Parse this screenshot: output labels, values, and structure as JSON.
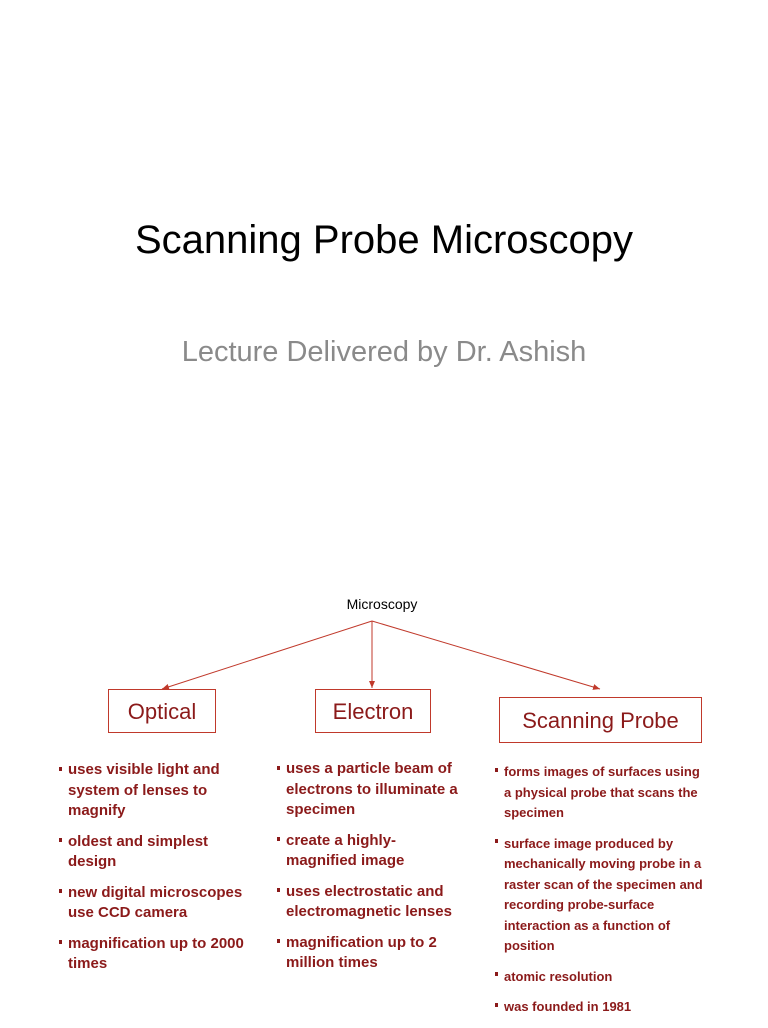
{
  "slide": {
    "title": "Scanning Probe Microscopy",
    "subtitle": "Lecture Delivered by Dr. Ashish"
  },
  "diagram": {
    "root": "Microscopy",
    "branches": [
      {
        "label": "Optical",
        "points": [
          "uses visible light and system of lenses to magnify",
          "oldest and simplest design",
          "new digital microscopes use CCD camera",
          "magnification up to 2000 times"
        ]
      },
      {
        "label": "Electron",
        "points": [
          "uses a particle beam of electrons to illuminate a specimen",
          "create a highly-magnified image",
          "uses electrostatic and electromagnetic lenses",
          "magnification up to 2 million times"
        ]
      },
      {
        "label": "Scanning Probe",
        "points": [
          "forms images of surfaces using a physical probe that scans the specimen",
          "surface image produced by mechanically moving probe in a raster scan of the specimen and recording probe-surface interaction as a function of position",
          "atomic resolution",
          "was founded in 1981"
        ]
      }
    ],
    "colors": {
      "accent": "#8b1a1a",
      "box_border": "#c0392b",
      "subtitle": "#8a8a8a"
    }
  }
}
